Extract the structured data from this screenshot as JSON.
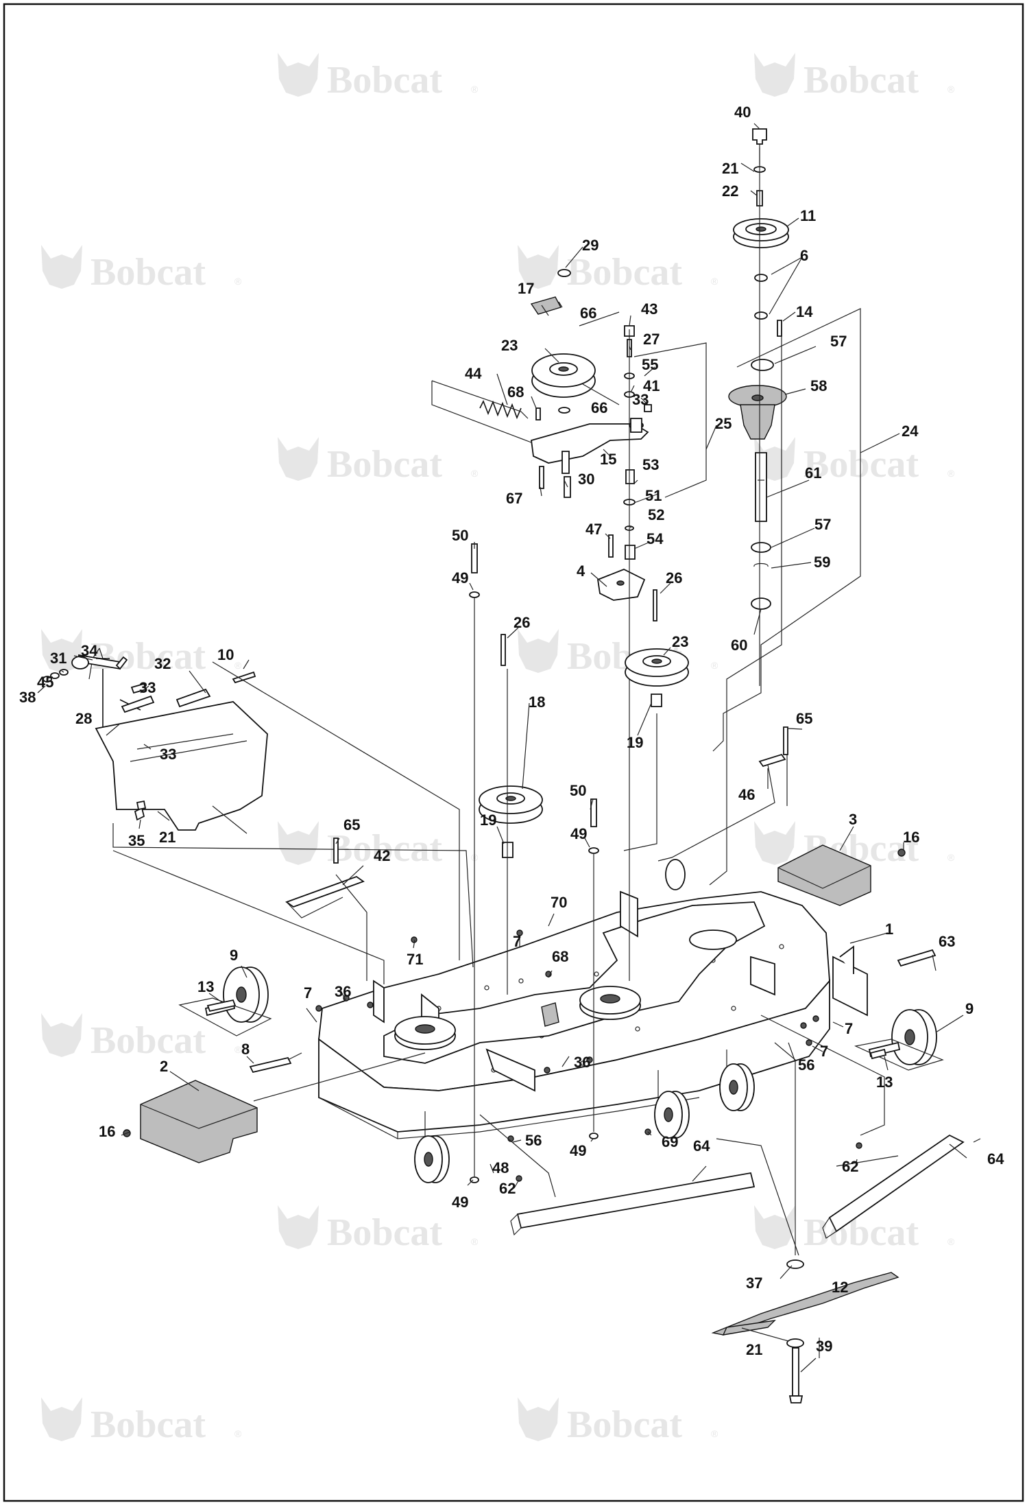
{
  "watermark": {
    "brand_text": "Bobcat",
    "registered_mark": "®"
  },
  "callouts": [
    "1",
    "2",
    "3",
    "4",
    "6",
    "7",
    "7",
    "7",
    "7",
    "8",
    "9",
    "9",
    "10",
    "11",
    "12",
    "13",
    "13",
    "14",
    "15",
    "16",
    "16",
    "17",
    "18",
    "19",
    "19",
    "21",
    "21",
    "21",
    "22",
    "23",
    "23",
    "24",
    "25",
    "26",
    "26",
    "27",
    "28",
    "29",
    "30",
    "31",
    "32",
    "33",
    "33",
    "33",
    "34",
    "35",
    "36",
    "36",
    "37",
    "38",
    "39",
    "40",
    "41",
    "42",
    "43",
    "44",
    "45",
    "46",
    "47",
    "48",
    "49",
    "49",
    "49",
    "49",
    "50",
    "50",
    "51",
    "52",
    "53",
    "54",
    "55",
    "56",
    "56",
    "57",
    "57",
    "58",
    "59",
    "60",
    "61",
    "62",
    "62",
    "63",
    "64",
    "64",
    "65",
    "65",
    "66",
    "66",
    "67",
    "68",
    "68",
    "69",
    "70",
    "71"
  ]
}
